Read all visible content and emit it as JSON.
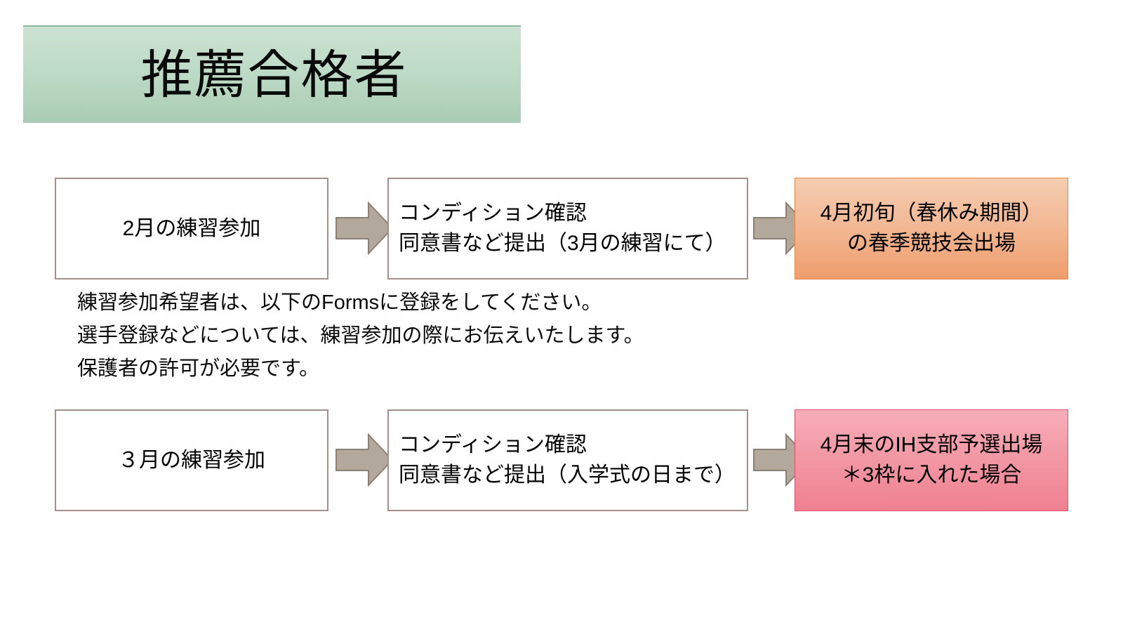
{
  "slide": {
    "title": "推薦合格者"
  },
  "flow": {
    "rows": [
      {
        "id": "row-february",
        "stage": {
          "label": "2月の練習参加"
        },
        "arrow_1": "right-arrow-icon",
        "detail": {
          "label": "コンディション確認\n同意書など提出（3月の練習にて）"
        },
        "arrow_2": "right-arrow-icon",
        "result": {
          "label": "4月初旬（春休み期間）\nの春季競技会出場",
          "fill_top": "#f5cdb1",
          "fill_bottom": "#ef9e6d",
          "border": "#e8873f"
        }
      },
      {
        "id": "row-march",
        "stage": {
          "label": "３月の練習参加"
        },
        "arrow_1": "right-arrow-icon",
        "detail": {
          "label": "コンディション確認\n同意書など提出（入学式の日まで）"
        },
        "arrow_2": "right-arrow-icon",
        "result": {
          "label": "4月末のIH支部予選出場\n＊3枠に入れた場合",
          "fill_top": "#f7aeb8",
          "fill_bottom": "#ef8090",
          "border": "#e0506a"
        }
      }
    ]
  },
  "notes": {
    "lines": [
      "練習参加希望者は、以下のFormsに登録をしてください。",
      "選手登録などについては、練習参加の際にお伝えいたします。",
      "保護者の許可が必要です。"
    ]
  },
  "colors": {
    "title_fill_top": "#cce2d2",
    "title_fill_bottom": "#a9ccb4",
    "title_border": "#8fb89d",
    "box_border": "#a3908a",
    "arrow_fill": "#b3a89c",
    "arrow_border": "#8d7f73",
    "text": "#0a0a0a",
    "background": "#ffffff"
  }
}
